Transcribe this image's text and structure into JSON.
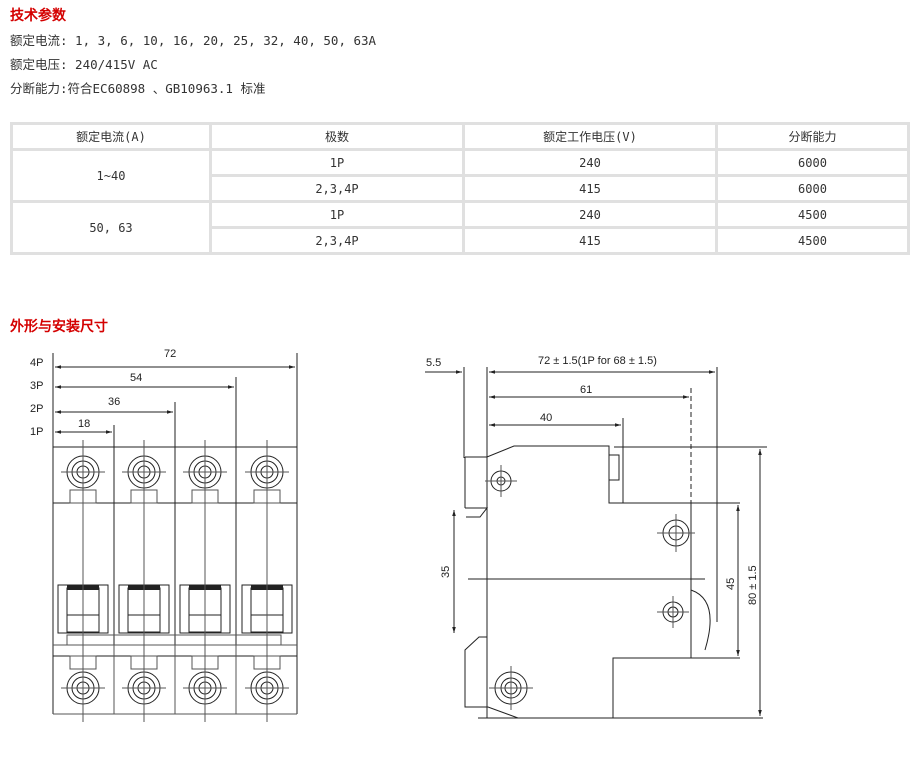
{
  "specs": {
    "title": "技术参数",
    "rated_current": "额定电流: 1, 3, 6, 10, 16, 20, 25, 32, 40, 50, 63A",
    "rated_voltage": "额定电压: 240/415V AC",
    "breaking_capacity": "分断能力:符合EC60898 、GB10963.1 标准"
  },
  "table": {
    "headers": [
      "额定电流(A)",
      "极数",
      "额定工作电压(V)",
      "分断能力"
    ],
    "groups": [
      {
        "current": "1~40",
        "rows": [
          [
            "1P",
            "240",
            "6000"
          ],
          [
            "2,3,4P",
            "415",
            "6000"
          ]
        ]
      },
      {
        "current": "50, 63",
        "rows": [
          [
            "1P",
            "240",
            "4500"
          ],
          [
            "2,3,4P",
            "415",
            "4500"
          ]
        ]
      }
    ]
  },
  "dimensions": {
    "title": "外形与安装尺寸",
    "front": {
      "labels": [
        "4P",
        "3P",
        "2P",
        "1P"
      ],
      "widths": [
        "72",
        "54",
        "36",
        "18"
      ]
    },
    "side": {
      "offset": "5.5",
      "overall": "72 ± 1.5(1P for 68 ± 1.5)",
      "d61": "61",
      "d40": "40",
      "d35": "35",
      "d45": "45",
      "height": "80 ± 1.5"
    }
  }
}
